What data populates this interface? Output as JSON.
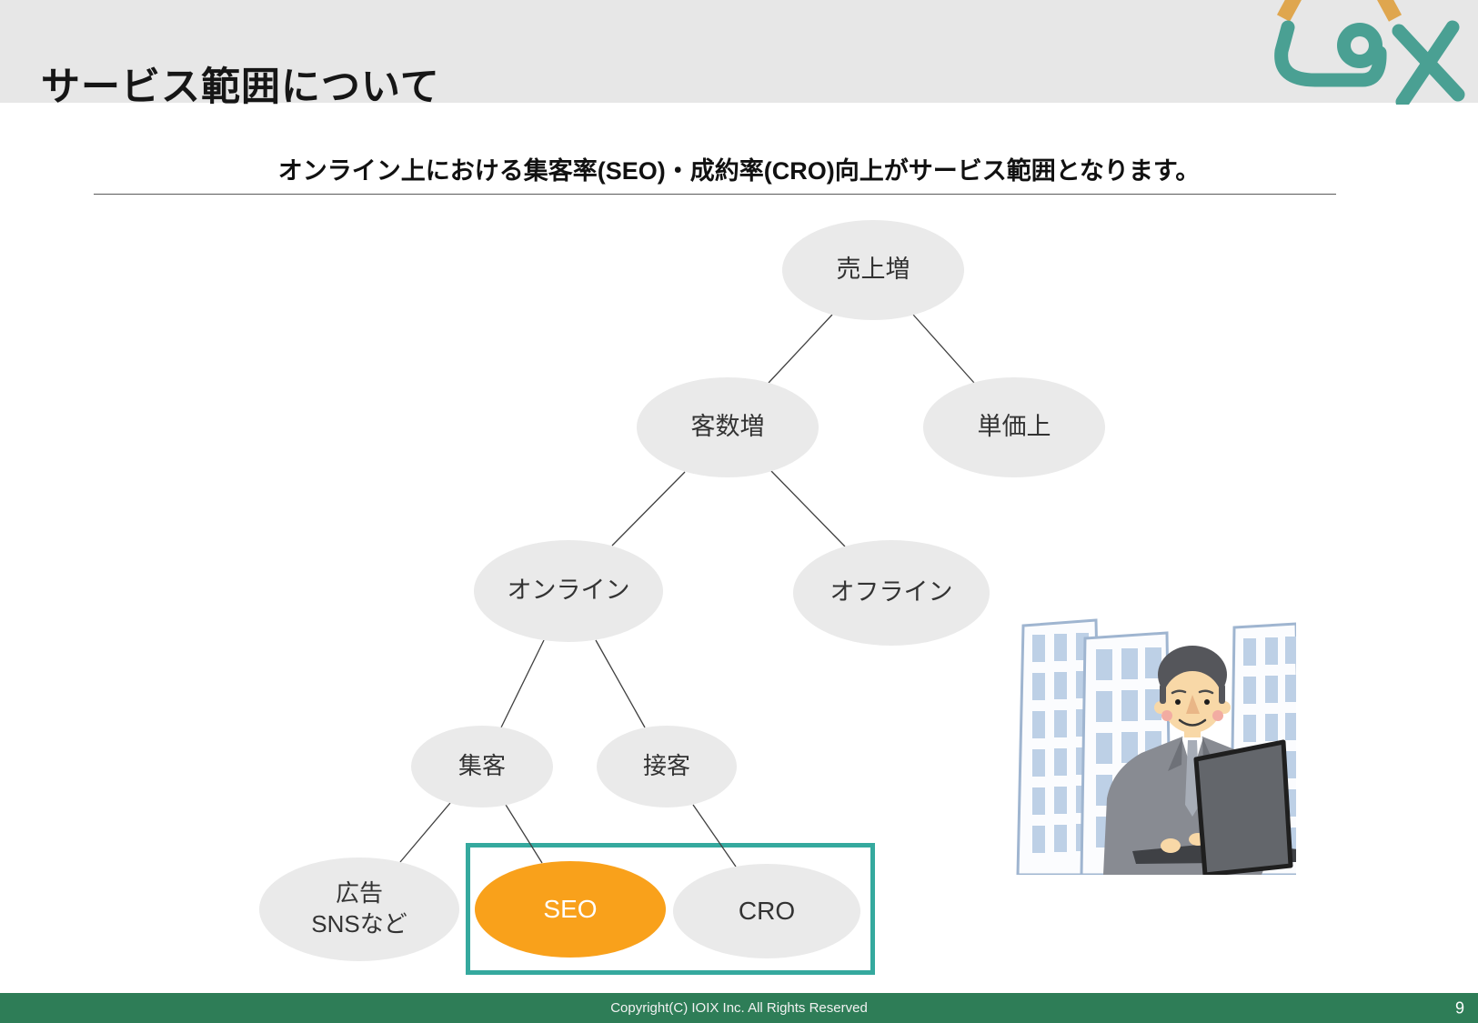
{
  "slide": {
    "title": "サービス範囲について",
    "subtitle": "オンライン上における集客率(SEO)・成約率(CRO)向上がサービス範囲となります。",
    "footer_text": "Copyright(C) IOIX Inc. All Rights Reserved",
    "page_number": "9"
  },
  "logo": {
    "brand": "IOIX"
  },
  "colors": {
    "header_band": "#E7E7E7",
    "node_fill": "#EAEAEA",
    "node_text": "#333333",
    "highlight_orange": "#F9A11B",
    "scope_box_teal": "#35A99E",
    "footer_green": "#2E7D57",
    "logo_teal": "#4AA093",
    "logo_gold": "#DFA64E"
  },
  "tree": {
    "nodes": [
      {
        "label": "売上増"
      },
      {
        "label": "客数増"
      },
      {
        "label": "単価上"
      },
      {
        "label": "オンライン"
      },
      {
        "label": "オフライン"
      },
      {
        "label": "集客"
      },
      {
        "label": "接客"
      },
      {
        "label": "広告\nSNSなど"
      },
      {
        "label": "SEO",
        "highlighted": true
      },
      {
        "label": "CRO"
      }
    ],
    "edges": [
      [
        "売上増",
        "客数増"
      ],
      [
        "売上増",
        "単価上"
      ],
      [
        "客数増",
        "オンライン"
      ],
      [
        "客数増",
        "オフライン"
      ],
      [
        "オンライン",
        "集客"
      ],
      [
        "オンライン",
        "接客"
      ],
      [
        "集客",
        "広告SNSなど"
      ],
      [
        "集客",
        "SEO"
      ],
      [
        "接客",
        "CRO"
      ]
    ]
  }
}
